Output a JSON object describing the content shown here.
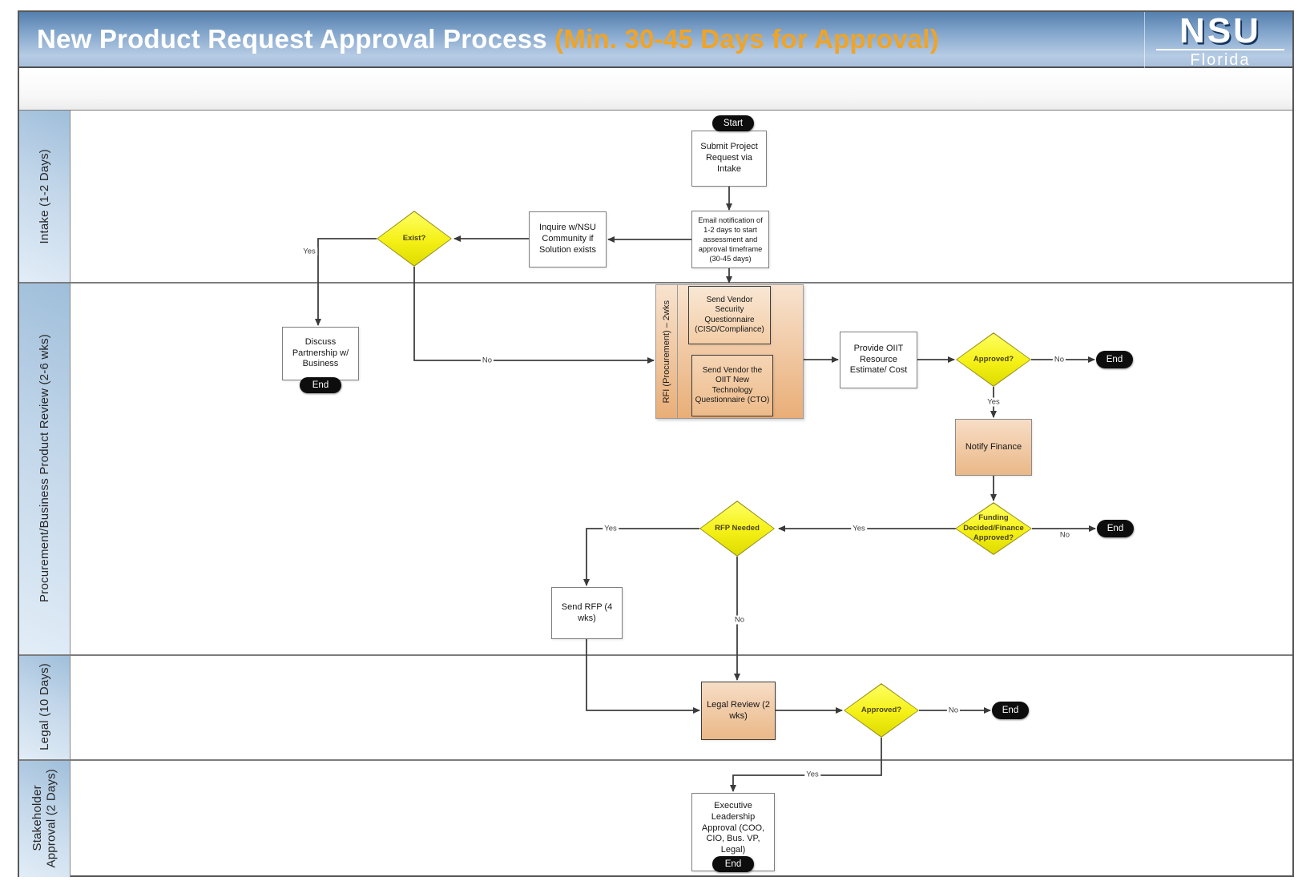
{
  "title": {
    "main": "New Product Request Approval Process ",
    "highlight": "(Min. 30-45 Days for Approval)"
  },
  "logo": {
    "nsu": "NSU",
    "florida": "Florida"
  },
  "lanes": [
    {
      "label": "Intake (1-2 Days)"
    },
    {
      "label": "Procurement/Business Product Review (2-6 wks)"
    },
    {
      "label": "Legal (10 Days)"
    },
    {
      "label": "Stakeholder\nApproval (2 Days)"
    }
  ],
  "nodes": {
    "start": "Start",
    "submit": "Submit Project Request via Intake",
    "email": "Email notification of 1-2 days to start assessment and approval timeframe (30-45 days)",
    "inquire": "Inquire w/NSU Community if Solution exists",
    "exist": "Exist?",
    "discuss": "Discuss Partnership w/ Business",
    "discuss_end": "End",
    "rfi_label": "RFI (Procurement) – 2wks",
    "send_security": "Send Vendor Security Questionnaire (CISO/Compliance)",
    "send_oiit": "Send Vendor the OIIT New Technology Questionnaire (CTO)",
    "provide": "Provide OIIT Resource Estimate/ Cost",
    "approved1": "Approved?",
    "end1": "End",
    "notify": "Notify Finance",
    "funding": "Funding Decided/Finance Approved?",
    "end2": "End",
    "rfp_needed": "RFP Needed",
    "send_rfp": "Send RFP (4 wks)",
    "legal_review": "Legal Review (2 wks)",
    "approved2": "Approved?",
    "end3": "End",
    "executive": "Executive Leadership Approval (COO, CIO, Bus. VP, Legal)",
    "end4": "End"
  },
  "edges": {
    "yes_exist": "Yes",
    "no_exist": "No",
    "no_approved1": "No",
    "yes_approved1": "Yes",
    "no_funding": "No",
    "yes_funding": "Yes",
    "yes_rfp": "Yes",
    "no_rfp": "No",
    "no_approved2": "No",
    "yes_approved2": "Yes"
  },
  "colors": {
    "header_blue": "#557fae",
    "accent_orange": "#efa428",
    "diamond_yellow": "#f4f016",
    "process_peach": "#eab887",
    "lane_blue": "#b5cde4",
    "pill_black": "#0d0d0d"
  }
}
